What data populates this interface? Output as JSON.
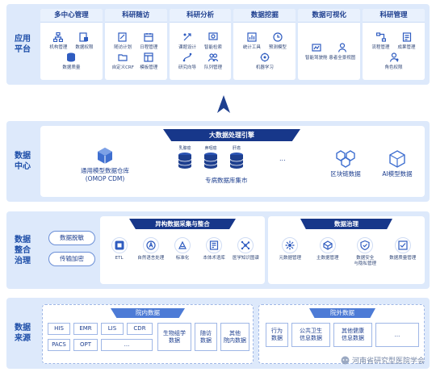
{
  "application_layer": {
    "label": [
      "应用",
      "平台"
    ],
    "columns": [
      {
        "title": "多中心管理",
        "items": [
          {
            "label": "机构管理",
            "icon": "org-tree-icon"
          },
          {
            "label": "数据权限",
            "icon": "lock-doc-icon"
          },
          {
            "label": "数据质量",
            "icon": "database-icon"
          }
        ]
      },
      {
        "title": "科研随访",
        "items": [
          {
            "label": "随访计划",
            "icon": "edit-doc-icon"
          },
          {
            "label": "日程管理",
            "icon": "calendar-icon"
          },
          {
            "label": "自定义CRF",
            "icon": "folder-icon"
          },
          {
            "label": "模板管理",
            "icon": "template-icon"
          }
        ]
      },
      {
        "title": "科研分析",
        "items": [
          {
            "label": "课题设计",
            "icon": "design-icon"
          },
          {
            "label": "智能检索",
            "icon": "search-screen-icon"
          },
          {
            "label": "研究向导",
            "icon": "route-icon"
          },
          {
            "label": "队列管理",
            "icon": "people-icon"
          }
        ]
      },
      {
        "title": "数据挖掘",
        "items": [
          {
            "label": "统计工具",
            "icon": "bar-chart-icon"
          },
          {
            "label": "预测模型",
            "icon": "clock-chart-icon"
          },
          {
            "label": "机器学习",
            "icon": "ml-icon"
          }
        ]
      },
      {
        "title": "数据可视化",
        "items": [
          {
            "label": "智能驾驶舱",
            "icon": "dashboard-icon"
          },
          {
            "label": "患者全景视图",
            "icon": "patient-icon"
          }
        ]
      },
      {
        "title": "科研管理",
        "items": [
          {
            "label": "流程管理",
            "icon": "flow-icon"
          },
          {
            "label": "成果管理",
            "icon": "result-icon"
          },
          {
            "label": "角色权限",
            "icon": "role-icon"
          }
        ]
      }
    ]
  },
  "data_center": {
    "label": [
      "数据",
      "中心"
    ],
    "engine": "大数据处理引擎",
    "omop_line1": "通用模型数据仓库",
    "omop_line2": "(OMOP CDM)",
    "disease_db": {
      "labels": [
        "乳腺癌",
        "鼻咽癌",
        "肝癌"
      ],
      "more": "...",
      "title": "专病数据库集市"
    },
    "blockchain": "区块链数据",
    "ai_model": "AI模型数据"
  },
  "governance_layer": {
    "label": [
      "数据",
      "整合",
      "治理"
    ],
    "pills": [
      "数据脱敏",
      "传输加密"
    ],
    "integration": {
      "title": "异构数据采集与整合",
      "items": [
        {
          "label": "ETL",
          "icon": "etl-icon"
        },
        {
          "label": "自然语言处理",
          "icon": "nlp-icon"
        },
        {
          "label": "标准化",
          "icon": "standard-icon"
        },
        {
          "label": "本体术语库",
          "icon": "ontology-icon"
        },
        {
          "label": "医学知识图谱",
          "icon": "knowledge-graph-icon"
        }
      ]
    },
    "governance": {
      "title": "数据治理",
      "items": [
        {
          "label": "元数据管理",
          "icon": "metadata-icon"
        },
        {
          "label": "主数据管理",
          "icon": "masterdata-icon"
        },
        {
          "label": "数据安全\n与隐私管理",
          "icon": "security-icon"
        },
        {
          "label": "数据质量管理",
          "icon": "quality-icon"
        }
      ]
    }
  },
  "source_layer": {
    "label": [
      "数据",
      "来源"
    ],
    "internal": {
      "title": "院内数据",
      "row1": [
        "HIS",
        "EMR",
        "LIS",
        "CDR"
      ],
      "row2": [
        "PACS",
        "OPT",
        "..."
      ],
      "tall": [
        "生物组学\n数据",
        "随访\n数据",
        "其他\n院内数据"
      ]
    },
    "external": {
      "title": "院外数据",
      "cells": [
        "行为\n数据",
        "公共卫生\n信息数据",
        "其他健康\n信息数据",
        "..."
      ]
    }
  },
  "watermark": "河南省研究型医院学会"
}
